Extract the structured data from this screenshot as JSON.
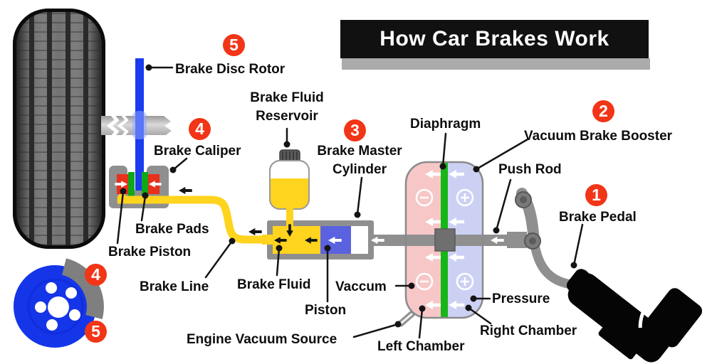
{
  "title": "How Car Brakes Work",
  "labels": {
    "brake_disc_rotor": "Brake Disc Rotor",
    "brake_caliper": "Brake Caliper",
    "brake_pads": "Brake Pads",
    "brake_piston": "Brake Piston",
    "brake_line": "Brake Line",
    "brake_fluid_reservoir": {
      "line1": "Brake Fluid",
      "line2": "Reservoir"
    },
    "brake_master_cylinder": {
      "line1": "Brake Master",
      "line2": "Cylinder"
    },
    "brake_fluid": "Brake Fluid",
    "piston": "Piston",
    "vaccum": "Vaccum",
    "engine_vacuum_source": "Engine Vacuum Source",
    "left_chamber": "Left Chamber",
    "right_chamber": "Right Chamber",
    "pressure": "Pressure",
    "diaphragm": "Diaphragm",
    "vacuum_brake_booster": "Vacuum Brake Booster",
    "push_rod": "Push Rod",
    "brake_pedal": "Brake Pedal"
  },
  "badges": {
    "brake_pedal": "1",
    "vacuum_brake_booster": "2",
    "brake_master_cylinder": "3",
    "brake_caliper": "4",
    "brake_disc_rotor": "5",
    "disc_view_caliper": "4",
    "disc_view_rotor": "5"
  },
  "colors": {
    "badge_red": "#f23517",
    "title_bg": "#111111",
    "fluid_yellow": "#ffd41e",
    "rotor_blue": "#1a3bf0",
    "disc_blue": "#1535e8",
    "piston_red": "#e8301a",
    "pad_green": "#0fa818",
    "master_piston_blue": "#5a62e0",
    "vacuum_chamber_pink": "#f7c7c7",
    "pressure_chamber_lavender": "#ccd1f4",
    "diaphragm_green": "#16b616",
    "metal_gray": "#8f8f8f"
  }
}
